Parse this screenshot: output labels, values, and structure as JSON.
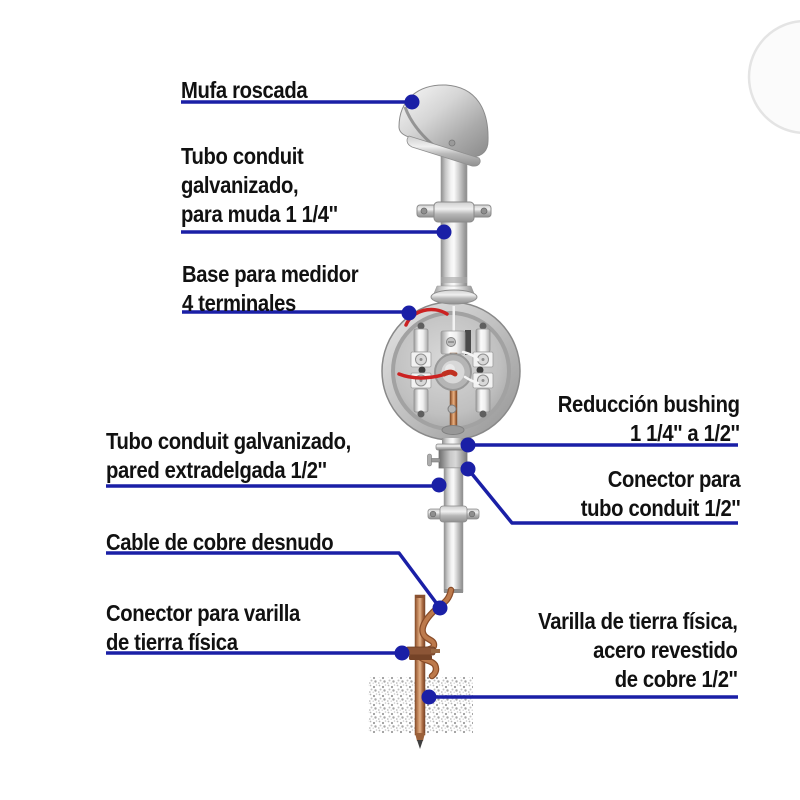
{
  "canvas": {
    "background": "#ffffff"
  },
  "palette": {
    "leader_blue": "#1a1fa6",
    "text_black": "#111111",
    "copper": "#b5744a",
    "steel_gray": "#c9c9c9",
    "soil_gray": "#b0b0b0"
  },
  "labels": {
    "mufa": {
      "lines": [
        "Mufa roscada"
      ]
    },
    "tubo_conduit_1_14": {
      "lines": [
        "Tubo conduit",
        "galvanizado,",
        "para muda 1 1/4''"
      ]
    },
    "base_medidor": {
      "lines": [
        "Base para medidor",
        "4 terminales"
      ]
    },
    "reduccion_bushing": {
      "lines": [
        "Reducción bushing",
        "1 1/4'' a 1/2''"
      ]
    },
    "conector_tubo": {
      "lines": [
        "Conector para",
        "tubo conduit 1/2''"
      ]
    },
    "tubo_conduit_1_2": {
      "lines": [
        "Tubo conduit galvanizado,",
        "pared extradelgada 1/2''"
      ]
    },
    "cable_cobre": {
      "lines": [
        "Cable de cobre desnudo"
      ]
    },
    "conector_varilla": {
      "lines": [
        "Conector para varilla",
        "de tierra física"
      ]
    },
    "varilla_tierra": {
      "lines": [
        "Varilla de tierra física,",
        "acero revestido",
        "de cobre 1/2''"
      ]
    }
  }
}
